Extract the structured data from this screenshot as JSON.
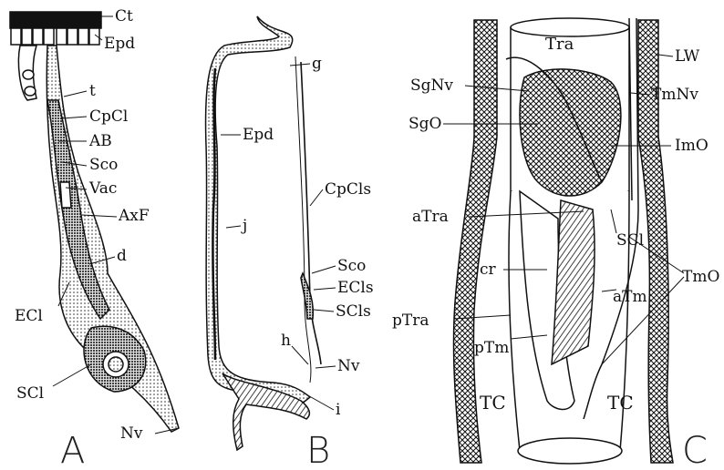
{
  "figure": {
    "panels": [
      "A",
      "B",
      "C"
    ],
    "labels_a": [
      "Ct",
      "Epd",
      "t",
      "CpCl",
      "AB",
      "Sco",
      "Vac",
      "AxF",
      "d",
      "ECl",
      "SCl",
      "Nv"
    ],
    "labels_b": [
      "g",
      "Epd",
      "j",
      "CpCls",
      "Sco",
      "ECls",
      "SCls",
      "h",
      "Nv",
      "i"
    ],
    "labels_c": [
      "Tra",
      "LW",
      "SgNv",
      "TmNv",
      "SgO",
      "ImO",
      "aTra",
      "SCl",
      "cr",
      "TmO",
      "aTm",
      "pTra",
      "pTm",
      "TC",
      "TC"
    ]
  }
}
